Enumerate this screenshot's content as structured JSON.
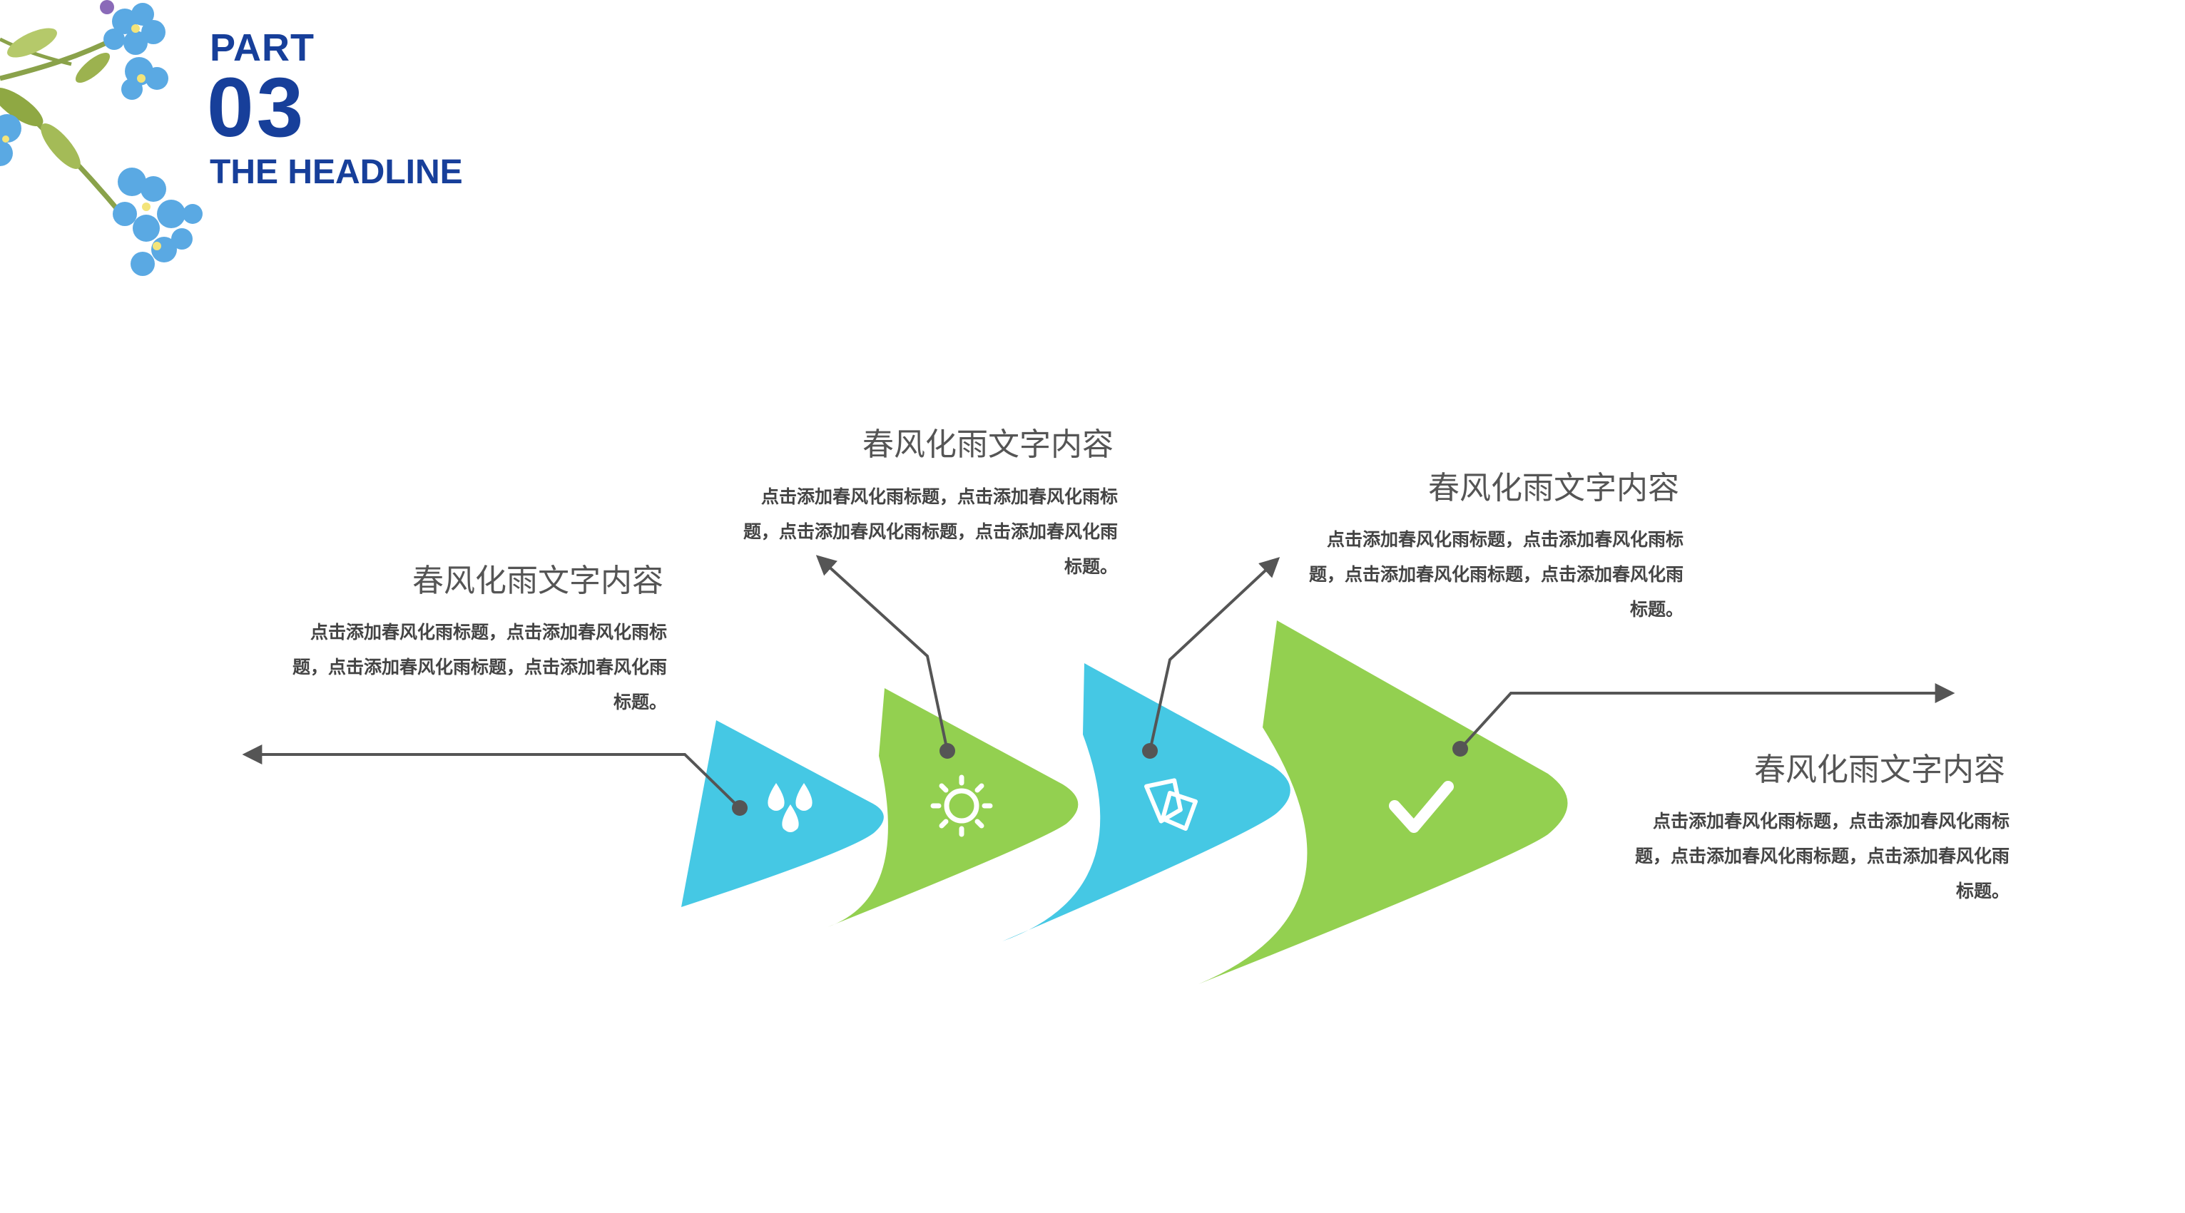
{
  "header": {
    "part_label": "PART",
    "part_number": "03",
    "headline": "THE HEADLINE"
  },
  "blocks": [
    {
      "title": "春风化雨文字内容",
      "desc": "点击添加春风化雨标题，点击添加春风化雨标题，点击添加春风化雨标题，点击添加春风化雨标题。"
    },
    {
      "title": "春风化雨文字内容",
      "desc": "点击添加春风化雨标题，点击添加春风化雨标题，点击添加春风化雨标题，点击添加春风化雨标题。"
    },
    {
      "title": "春风化雨文字内容",
      "desc": "点击添加春风化雨标题，点击添加春风化雨标题，点击添加春风化雨标题，点击添加春风化雨标题。"
    },
    {
      "title": "春风化雨文字内容",
      "desc": "点击添加春风化雨标题，点击添加春风化雨标题，点击添加春风化雨标题，点击添加春风化雨标题。"
    }
  ],
  "arrows": [
    {
      "color": "#45c8e4",
      "icon": "water-drops-icon"
    },
    {
      "color": "#93d050",
      "icon": "sun-icon"
    },
    {
      "color": "#45c8e4",
      "icon": "documents-icon"
    },
    {
      "color": "#93d050",
      "icon": "checkmark-icon"
    }
  ],
  "colors": {
    "accent": "#173f9a",
    "blue": "#45c8e4",
    "green": "#93d050",
    "connector": "#555555"
  }
}
